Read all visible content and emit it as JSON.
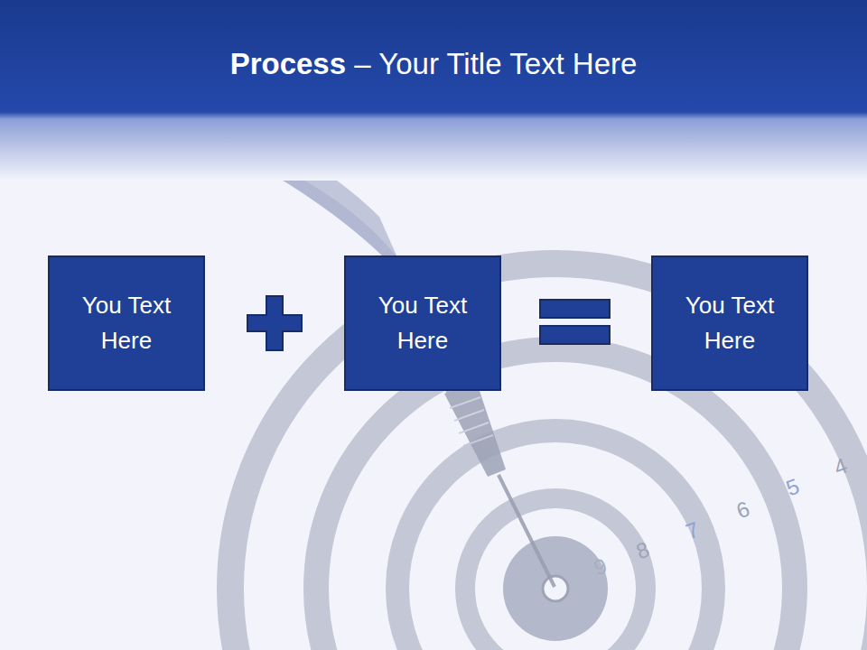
{
  "diagram": {
    "title": "Process – Your Title Text Here",
    "nodes": [
      {
        "text": [
          "You Text Here"
        ]
      },
      {
        "text": [
          "You Text Here"
        ]
      },
      {
        "text": [
          "You Text Here"
        ]
      }
    ],
    "labels": [
      "4",
      "5",
      "6",
      "7",
      "8",
      "9"
    ]
  }
}
